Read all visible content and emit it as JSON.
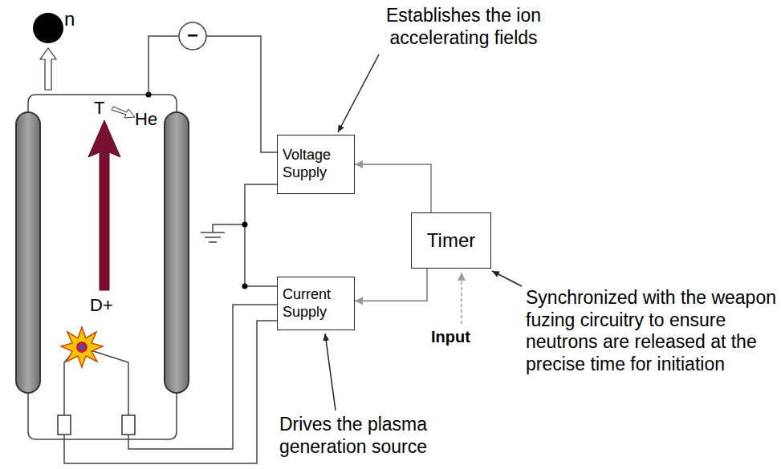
{
  "diagram": {
    "nodes": [
      {
        "text": [
          "Voltage Supply"
        ]
      },
      {
        "text": [
          "Current Supply"
        ]
      },
      {
        "text": [
          "Timer"
        ]
      }
    ],
    "edges": [
      {
        "from": 2,
        "to": 0,
        "arrow": "to"
      },
      {
        "from": 2,
        "to": 1,
        "arrow": "to"
      }
    ],
    "labels": [
      "n",
      "−",
      "T",
      "He",
      "D+",
      "Establishes the ion accelerating fields",
      "Input",
      "Drives the plasma generation source",
      "Synchronized with the weapon fuzing circuitry to ensure neutrons are released at the precise time for initiation"
    ]
  }
}
